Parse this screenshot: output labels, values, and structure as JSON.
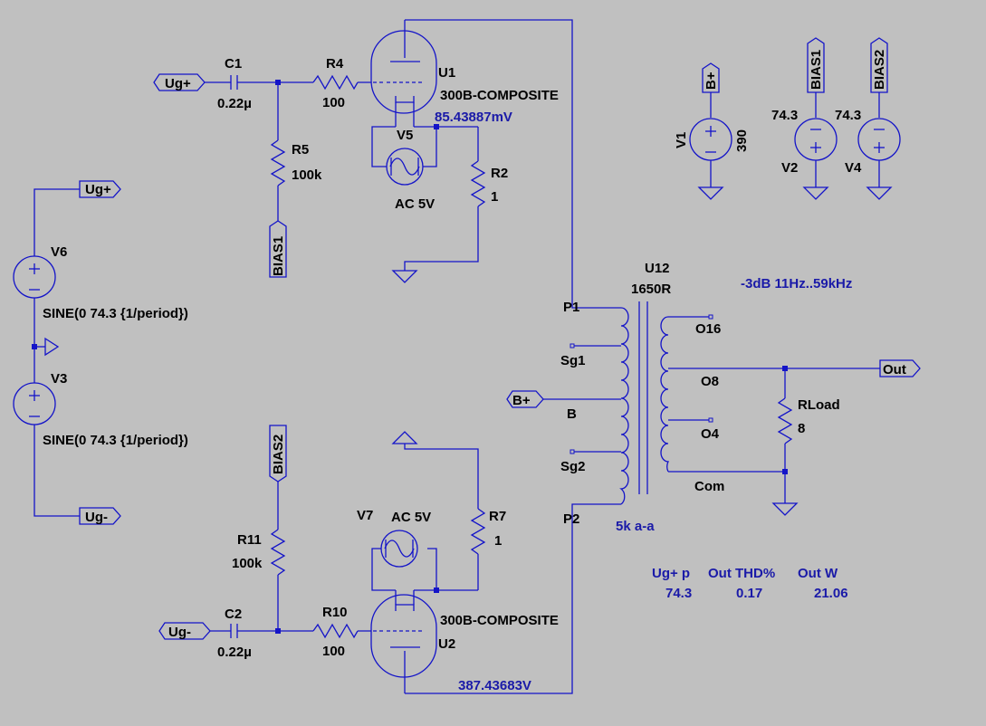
{
  "components": {
    "c1": {
      "name": "C1",
      "value": "0.22µ"
    },
    "c2": {
      "name": "C2",
      "value": "0.22µ"
    },
    "r4": {
      "name": "R4",
      "value": "100"
    },
    "r5": {
      "name": "R5",
      "value": "100k"
    },
    "r2": {
      "name": "R2",
      "value": "1"
    },
    "r7": {
      "name": "R7",
      "value": "1"
    },
    "r10": {
      "name": "R10",
      "value": "100"
    },
    "r11": {
      "name": "R11",
      "value": "100k"
    },
    "rload": {
      "name": "RLoad",
      "value": "8"
    },
    "u1": {
      "name": "U1",
      "model": "300B-COMPOSITE"
    },
    "u2": {
      "name": "U2",
      "model": "300B-COMPOSITE"
    },
    "u12": {
      "name": "U12",
      "value": "1650R",
      "desc": "5k a-a"
    },
    "v1": {
      "name": "V1",
      "value": "390"
    },
    "v2": {
      "name": "V2",
      "value": "74.3"
    },
    "v4": {
      "name": "V4",
      "value": "74.3"
    },
    "v5": {
      "name": "V5",
      "value": "AC 5V"
    },
    "v7": {
      "name": "V7",
      "value": "AC 5V"
    },
    "v6": {
      "name": "V6",
      "value": "SINE(0 74.3 {1/period})"
    },
    "v3": {
      "name": "V3",
      "value": "SINE(0 74.3 {1/period})"
    }
  },
  "flags": {
    "ug_plus": "Ug+",
    "ug_minus": "Ug-",
    "bias1": "BIAS1",
    "bias2": "BIAS2",
    "b_plus": "B+",
    "out": "Out"
  },
  "transformer_pins": {
    "p1": "P1",
    "sg1": "Sg1",
    "b": "B",
    "sg2": "Sg2",
    "p2": "P2",
    "o16": "O16",
    "o8": "O8",
    "o4": "O4",
    "com": "Com"
  },
  "annotations": {
    "u1_cathode_voltage": "85.43887mV",
    "u2_plate_voltage": "387.43683V",
    "bandwidth": "-3dB 11Hz..59kHz"
  },
  "results_table": {
    "headers": [
      "Ug+ p",
      "Out THD%",
      "Out W"
    ],
    "values": [
      "74.3",
      "0.17",
      "21.06"
    ]
  },
  "colors": {
    "wire": "#1414c8",
    "background": "#c0c0c0",
    "annotation": "#1a1aa8"
  }
}
